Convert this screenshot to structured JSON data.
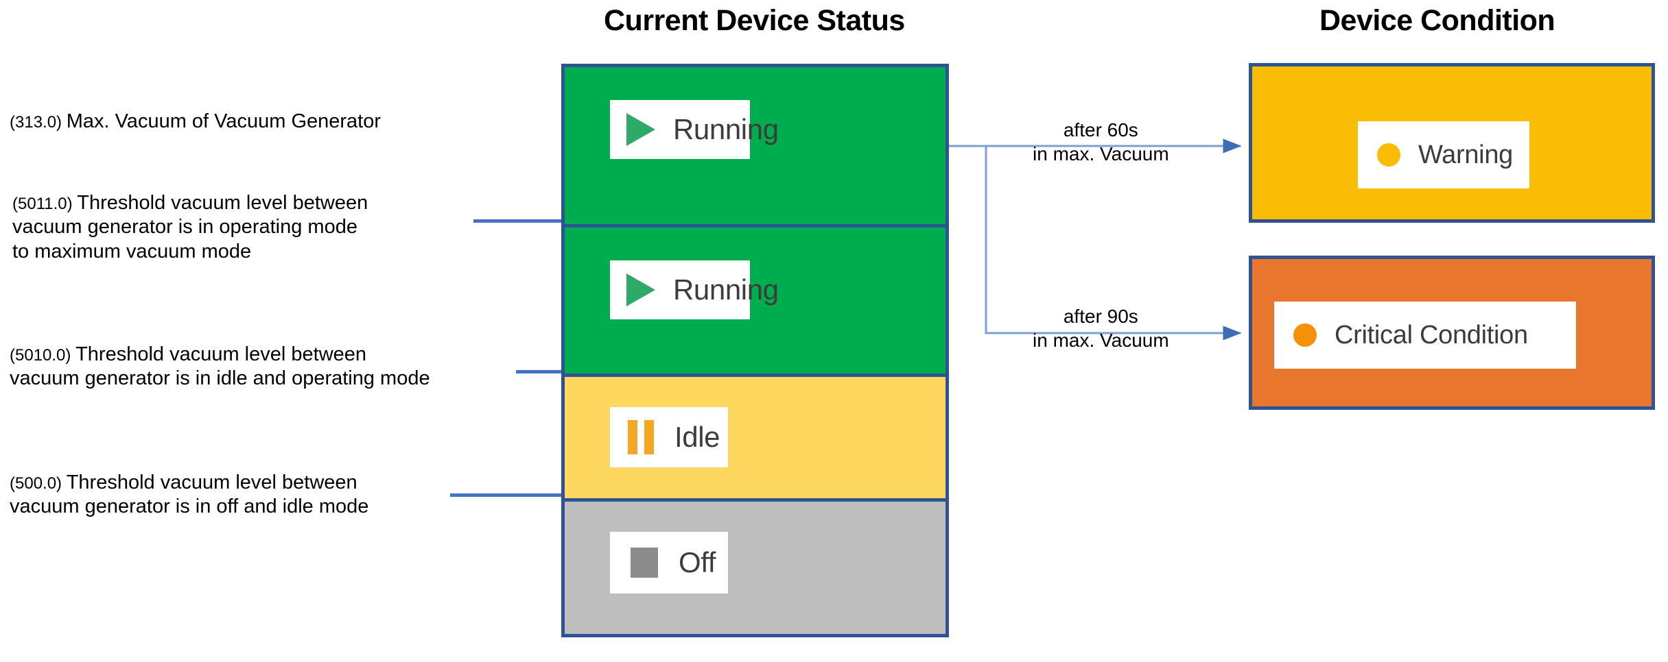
{
  "columns": {
    "status_title": "Current Device Status",
    "condition_title": "Device Condition"
  },
  "annotations": [
    {
      "code": "(313.0)",
      "text": "Max. Vacuum of Vacuum Generator",
      "lines": [
        "Max. Vacuum of Vacuum Generator"
      ],
      "has_line": false
    },
    {
      "code": "(5011.0)",
      "lines": [
        "Threshold vacuum level between",
        "vacuum generator is in operating mode",
        "to maximum vacuum mode"
      ],
      "has_line": true
    },
    {
      "code": "(5010.0)",
      "lines": [
        "Threshold vacuum level between",
        "vacuum generator is in idle and operating mode"
      ],
      "has_line": true
    },
    {
      "code": "(500.0)",
      "lines": [
        "Threshold vacuum level between",
        "vacuum generator is in off and idle mode"
      ],
      "has_line": true
    }
  ],
  "status_blocks": [
    {
      "label": "Running",
      "icon": "play-icon",
      "color": "#00AD4E"
    },
    {
      "label": "Running",
      "icon": "play-icon",
      "color": "#00AD4E"
    },
    {
      "label": "Idle",
      "icon": "pause-icon",
      "color": "#FDD75E"
    },
    {
      "label": "Off",
      "icon": "stop-icon",
      "color": "#BEBEBE"
    }
  ],
  "conditions": [
    {
      "label": "Warning",
      "color": "#FBBC05",
      "dot_color": "#FBBC05"
    },
    {
      "label": "Critical Condition",
      "color": "#E8762C",
      "dot_color": "#F79009"
    }
  ],
  "flows": [
    {
      "line1": "after 60s",
      "line2": "in max. Vacuum",
      "target": "Warning"
    },
    {
      "line1": "after 90s",
      "line2": "in max. Vacuum",
      "target": "Critical Condition"
    }
  ],
  "colors": {
    "border_blue": "#2E5395",
    "connector_blue": "#4A7EBB",
    "threshold_blue": "#4472C4"
  }
}
